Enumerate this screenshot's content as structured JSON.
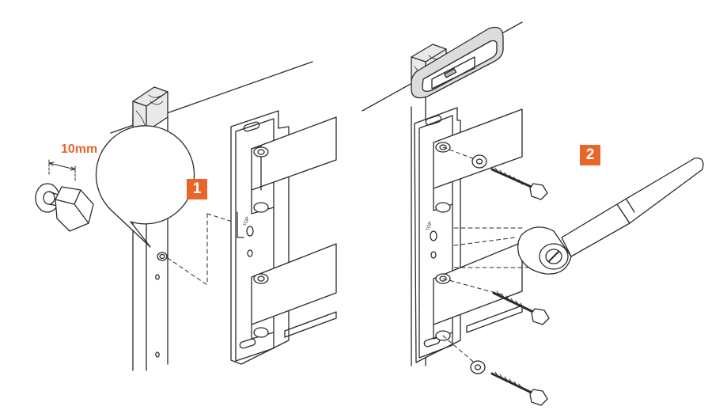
{
  "callout": {
    "dimension_label": "10mm"
  },
  "steps": [
    {
      "number": "1"
    },
    {
      "number": "2"
    }
  ],
  "bracket": {
    "marking": "TOP"
  },
  "colors": {
    "accent": "#e8662a",
    "line": "#2a2a2a",
    "panel_shade": "#d9d9d9",
    "background": "#ffffff"
  },
  "icons": [
    "hex-bolt-icon",
    "washer-icon",
    "wood-screw-icon",
    "ratchet-wrench-icon",
    "wall-stud-icon",
    "spirit-level-icon",
    "mounting-bracket-icon"
  ]
}
